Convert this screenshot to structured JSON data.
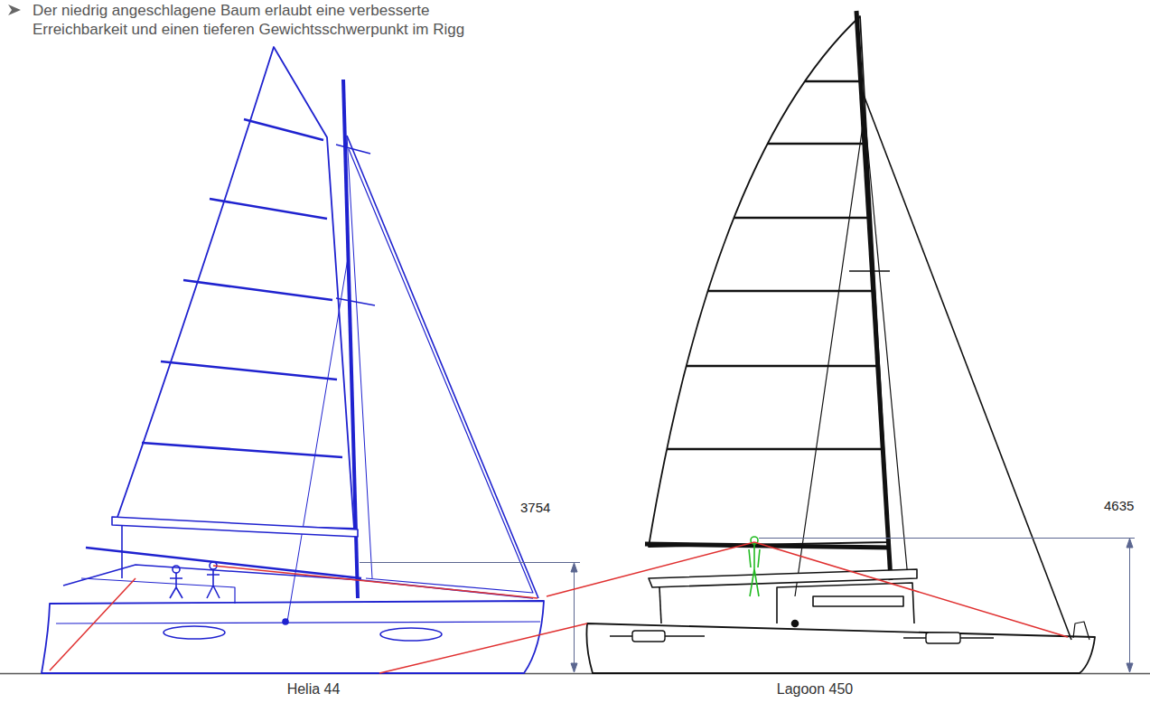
{
  "diagram": {
    "labels": [
      "Der niedrig angeschlagene Baum erlaubt eine verbesserte Erreichbarkeit und einen tieferen Gewichtsschwerpunkt im Rigg",
      "3754",
      "4635",
      "Helia 44",
      "Lagoon 450"
    ]
  }
}
